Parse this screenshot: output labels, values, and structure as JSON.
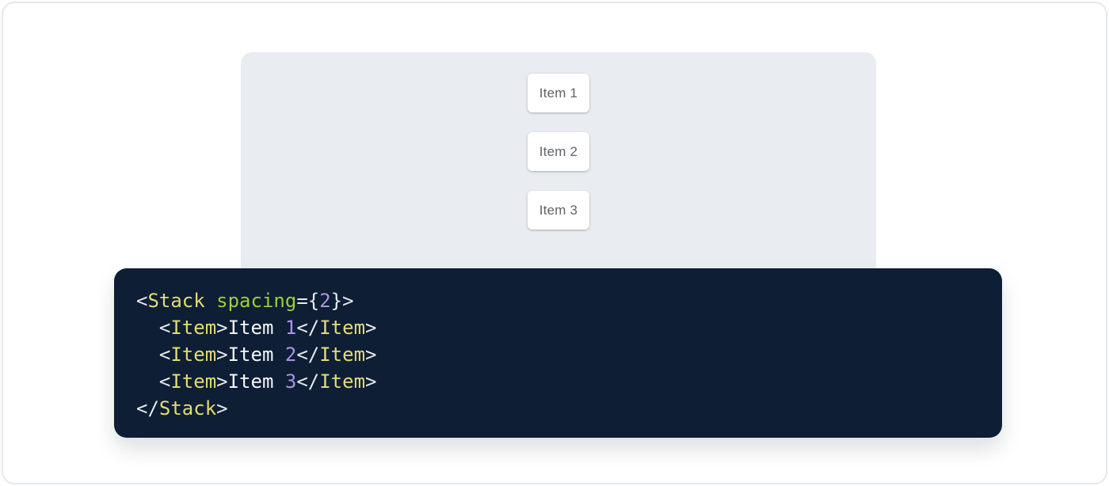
{
  "page": {
    "background": "#ffffff",
    "border_color": "#e7e9ec"
  },
  "demo": {
    "panel_color": "#e9ecf1",
    "item_text_color": "#5f6368",
    "items": [
      {
        "label": "Item 1"
      },
      {
        "label": "Item 2"
      },
      {
        "label": "Item 3"
      }
    ]
  },
  "code": {
    "background": "#0d1e35",
    "source": "<Stack spacing={2}>\n  <Item>Item 1</Item>\n  <Item>Item 2</Item>\n  <Item>Item 3</Item>\n</Stack>",
    "colors": {
      "tag": "#e2db74",
      "attr": "#9cce3b",
      "num": "#ad93e6",
      "punct": "#e8eaed",
      "plain": "#f4f6f8"
    },
    "lines": [
      [
        {
          "t": "<",
          "c": "punct"
        },
        {
          "t": "Stack",
          "c": "tag"
        },
        {
          "t": " ",
          "c": "plain"
        },
        {
          "t": "spacing",
          "c": "attr"
        },
        {
          "t": "={",
          "c": "punct"
        },
        {
          "t": "2",
          "c": "num"
        },
        {
          "t": "}>",
          "c": "punct"
        }
      ],
      [
        {
          "t": "  ",
          "c": "plain"
        },
        {
          "t": "<",
          "c": "punct"
        },
        {
          "t": "Item",
          "c": "tag"
        },
        {
          "t": ">",
          "c": "punct"
        },
        {
          "t": "Item ",
          "c": "plain"
        },
        {
          "t": "1",
          "c": "num"
        },
        {
          "t": "</",
          "c": "punct"
        },
        {
          "t": "Item",
          "c": "tag"
        },
        {
          "t": ">",
          "c": "punct"
        }
      ],
      [
        {
          "t": "  ",
          "c": "plain"
        },
        {
          "t": "<",
          "c": "punct"
        },
        {
          "t": "Item",
          "c": "tag"
        },
        {
          "t": ">",
          "c": "punct"
        },
        {
          "t": "Item ",
          "c": "plain"
        },
        {
          "t": "2",
          "c": "num"
        },
        {
          "t": "</",
          "c": "punct"
        },
        {
          "t": "Item",
          "c": "tag"
        },
        {
          "t": ">",
          "c": "punct"
        }
      ],
      [
        {
          "t": "  ",
          "c": "plain"
        },
        {
          "t": "<",
          "c": "punct"
        },
        {
          "t": "Item",
          "c": "tag"
        },
        {
          "t": ">",
          "c": "punct"
        },
        {
          "t": "Item ",
          "c": "plain"
        },
        {
          "t": "3",
          "c": "num"
        },
        {
          "t": "</",
          "c": "punct"
        },
        {
          "t": "Item",
          "c": "tag"
        },
        {
          "t": ">",
          "c": "punct"
        }
      ],
      [
        {
          "t": "</",
          "c": "punct"
        },
        {
          "t": "Stack",
          "c": "tag"
        },
        {
          "t": ">",
          "c": "punct"
        }
      ]
    ]
  }
}
